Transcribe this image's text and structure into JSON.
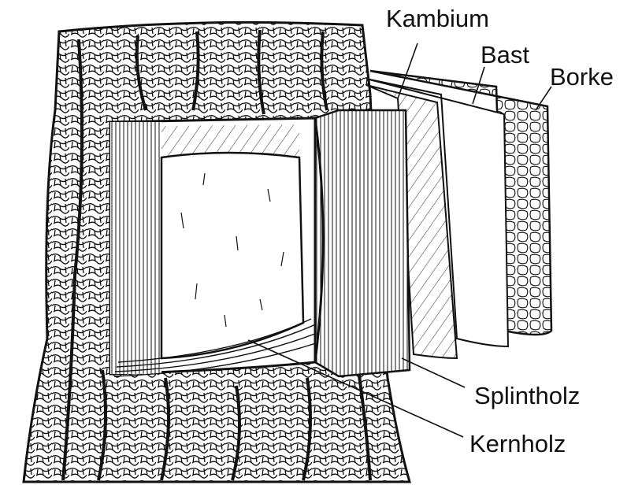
{
  "labels": {
    "kambium": "Kambium",
    "bast": "Bast",
    "borke": "Borke",
    "splintholz": "Splintholz",
    "kernholz": "Kernholz"
  },
  "colors": {
    "ink": "#111111",
    "paper": "#ffffff"
  }
}
